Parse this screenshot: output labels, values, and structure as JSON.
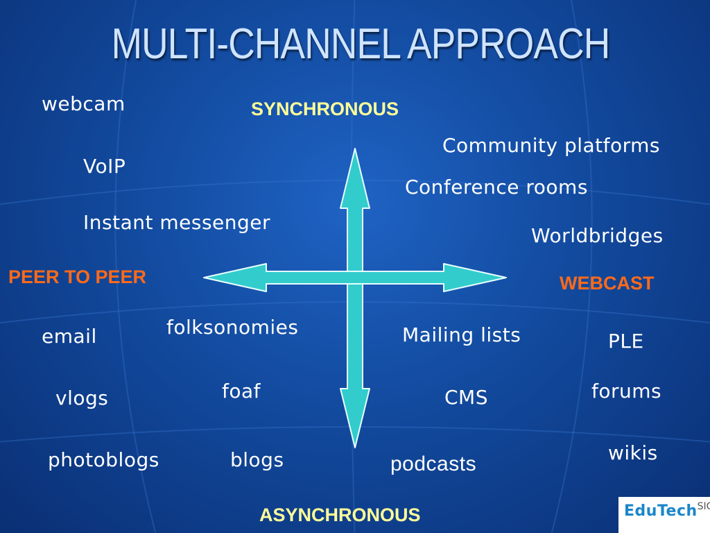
{
  "slide": {
    "title": "MULTI-CHANNEL APPROACH",
    "axes": {
      "top": "SYNCHRONOUS",
      "bottom": "ASYNCHRONOUS",
      "left": "PEER TO PEER",
      "right": "WEBCAST"
    },
    "items": {
      "webcam": "webcam",
      "voip": "VoIP",
      "instant_messenger": "Instant messenger",
      "community_platforms": "Community platforms",
      "conference_rooms": "Conference rooms",
      "worldbridges": "Worldbridges",
      "folksonomies": "folksonomies",
      "email": "email",
      "mailing_lists": "Mailing lists",
      "ple": "PLE",
      "vlogs": "vlogs",
      "foaf": "foaf",
      "cms": "CMS",
      "forums": "forums",
      "photoblogs": "photoblogs",
      "blogs": "blogs",
      "podcasts": "podcasts",
      "wikis": "wikis"
    },
    "logo": {
      "main": "EduTech",
      "sup": "SIG"
    }
  },
  "colors": {
    "background": "#124a9e",
    "title": "#cfe4ff",
    "axis_vertical_labels": "#ffff99",
    "axis_horizontal_labels": "#ff6a1a",
    "arrow_fill": "#33cccc",
    "arrow_stroke": "#e8ffff",
    "item_text": "#ffffff"
  }
}
